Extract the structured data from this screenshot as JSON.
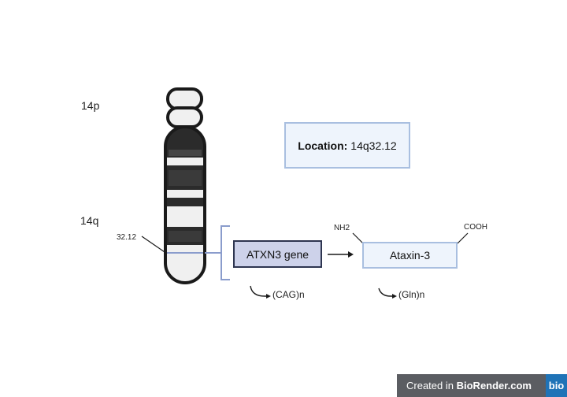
{
  "chromosome": {
    "p_arm_label": "14p",
    "q_arm_label": "14q",
    "band_label": "32.12"
  },
  "location": {
    "label": "Location:",
    "value": "14q32.12"
  },
  "gene": {
    "name": "ATXN3 gene",
    "repeat": "(CAG)n"
  },
  "protein": {
    "name": "Ataxin-3",
    "n_terminus": "NH2",
    "c_terminus": "COOH",
    "repeat": "(Gln)n"
  },
  "credit": {
    "prefix": "Created in",
    "brand": "BioRender.com",
    "logo": "bio"
  },
  "colors": {
    "dark_band": "#2b2b2b",
    "outline": "#1a1a1a",
    "bracket": "#8a9ccc",
    "box_fill": "#eef4fc",
    "box_border": "#a9bfe0",
    "gene_fill": "#cdd2ea",
    "gene_border": "#2e3550"
  }
}
